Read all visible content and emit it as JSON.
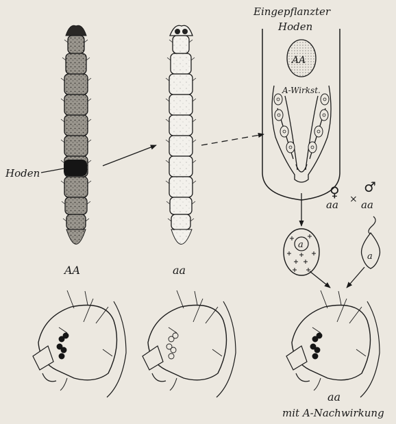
{
  "labels": {
    "transplanted_testis": "Eingepflanzter",
    "transplanted_testis_2": "Hoden",
    "implant_genotype": "AA",
    "substance": "A-Wirkst.",
    "testis": "Hoden",
    "larva_left": "AA",
    "larva_middle": "aa",
    "female_symbol": "♀",
    "male_symbol": "♂",
    "female_genotype": "aa",
    "cross_symbol": "×",
    "male_genotype": "aa",
    "egg_allele": "a",
    "sperm_allele": "a",
    "result_genotype": "aa",
    "result_note": "mit A-Nachwirkung"
  },
  "colors": {
    "paper": "#ece8e0",
    "ink": "#1a1a1a",
    "dark_larva": "#7d7a73",
    "light_larva": "#f3f1ec"
  }
}
